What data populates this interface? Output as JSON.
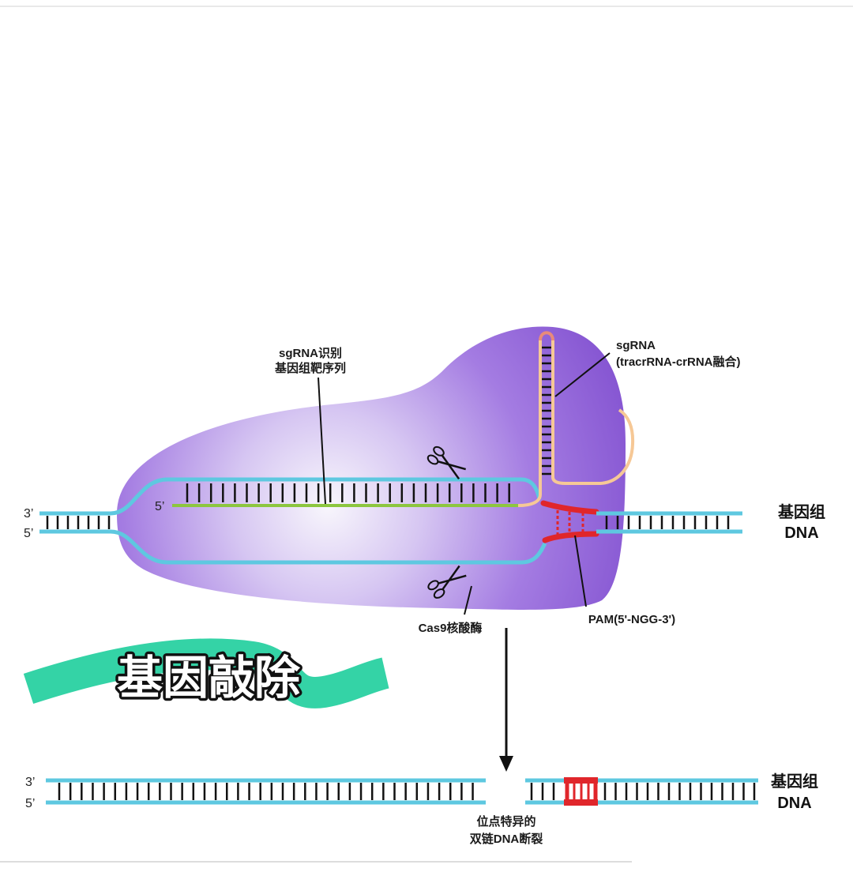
{
  "diagram": {
    "title": "基因敲除",
    "top_panel": {
      "left_strand_labels": {
        "three_prime": "3’",
        "five_prime": "5’"
      },
      "guide_five_prime": "5’",
      "sgrna_target_label": {
        "line1": "sgRNA识别",
        "line2": "基因组靶序列"
      },
      "sgrna_label": {
        "line1": "sgRNA",
        "line2": "(tracrRNA-crRNA融合)"
      },
      "genomic_dna_label": {
        "line1": "基因组",
        "line2": "DNA"
      },
      "cas9_label": "Cas9核酸酶",
      "pam_label": "PAM(5'-NGG-3')"
    },
    "bottom_panel": {
      "left_strand_labels": {
        "three_prime": "3’",
        "five_prime": "5’"
      },
      "genomic_dna_label": {
        "line1": "基因组",
        "line2": "DNA"
      },
      "break_label": {
        "line1": "位点特异的",
        "line2": "双链DNA断裂"
      }
    }
  },
  "icons": {
    "cut_site": "scissors-icon",
    "flow": "arrow-down-icon"
  },
  "colors": {
    "dna_strand": "#5ec8e0",
    "guide_rna": "#8cc63f",
    "sgrna_scaffold": "#f6c896",
    "pam": "#e0262b",
    "cas9_protein": "#8a5cd5",
    "title_ribbon": "#34d3a6"
  }
}
